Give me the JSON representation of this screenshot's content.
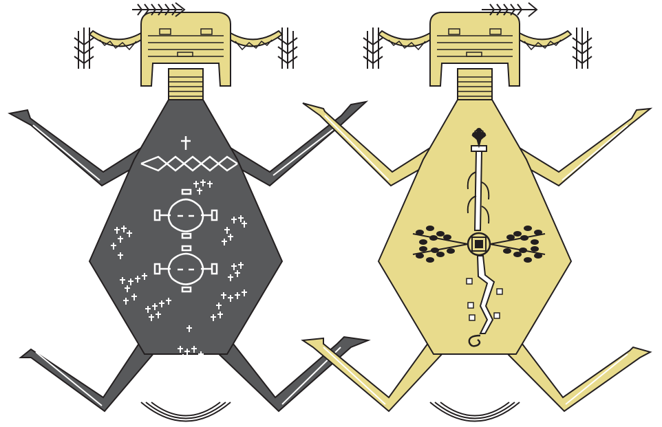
{
  "artwork": {
    "figures": [
      {
        "id": "dark-figure",
        "body_color": "#58595b",
        "ornament_color": "#ffffff",
        "head_color": "#e8db8c",
        "motifs": [
          "star-crosses",
          "zigzag-band",
          "twin-faces"
        ]
      },
      {
        "id": "light-figure",
        "body_color": "#e8db8c",
        "ornament_color": "#231f20",
        "head_color": "#e8db8c",
        "motifs": [
          "cornstalk",
          "four-plants",
          "lightning-root"
        ]
      }
    ],
    "outline_color": "#231f20"
  }
}
